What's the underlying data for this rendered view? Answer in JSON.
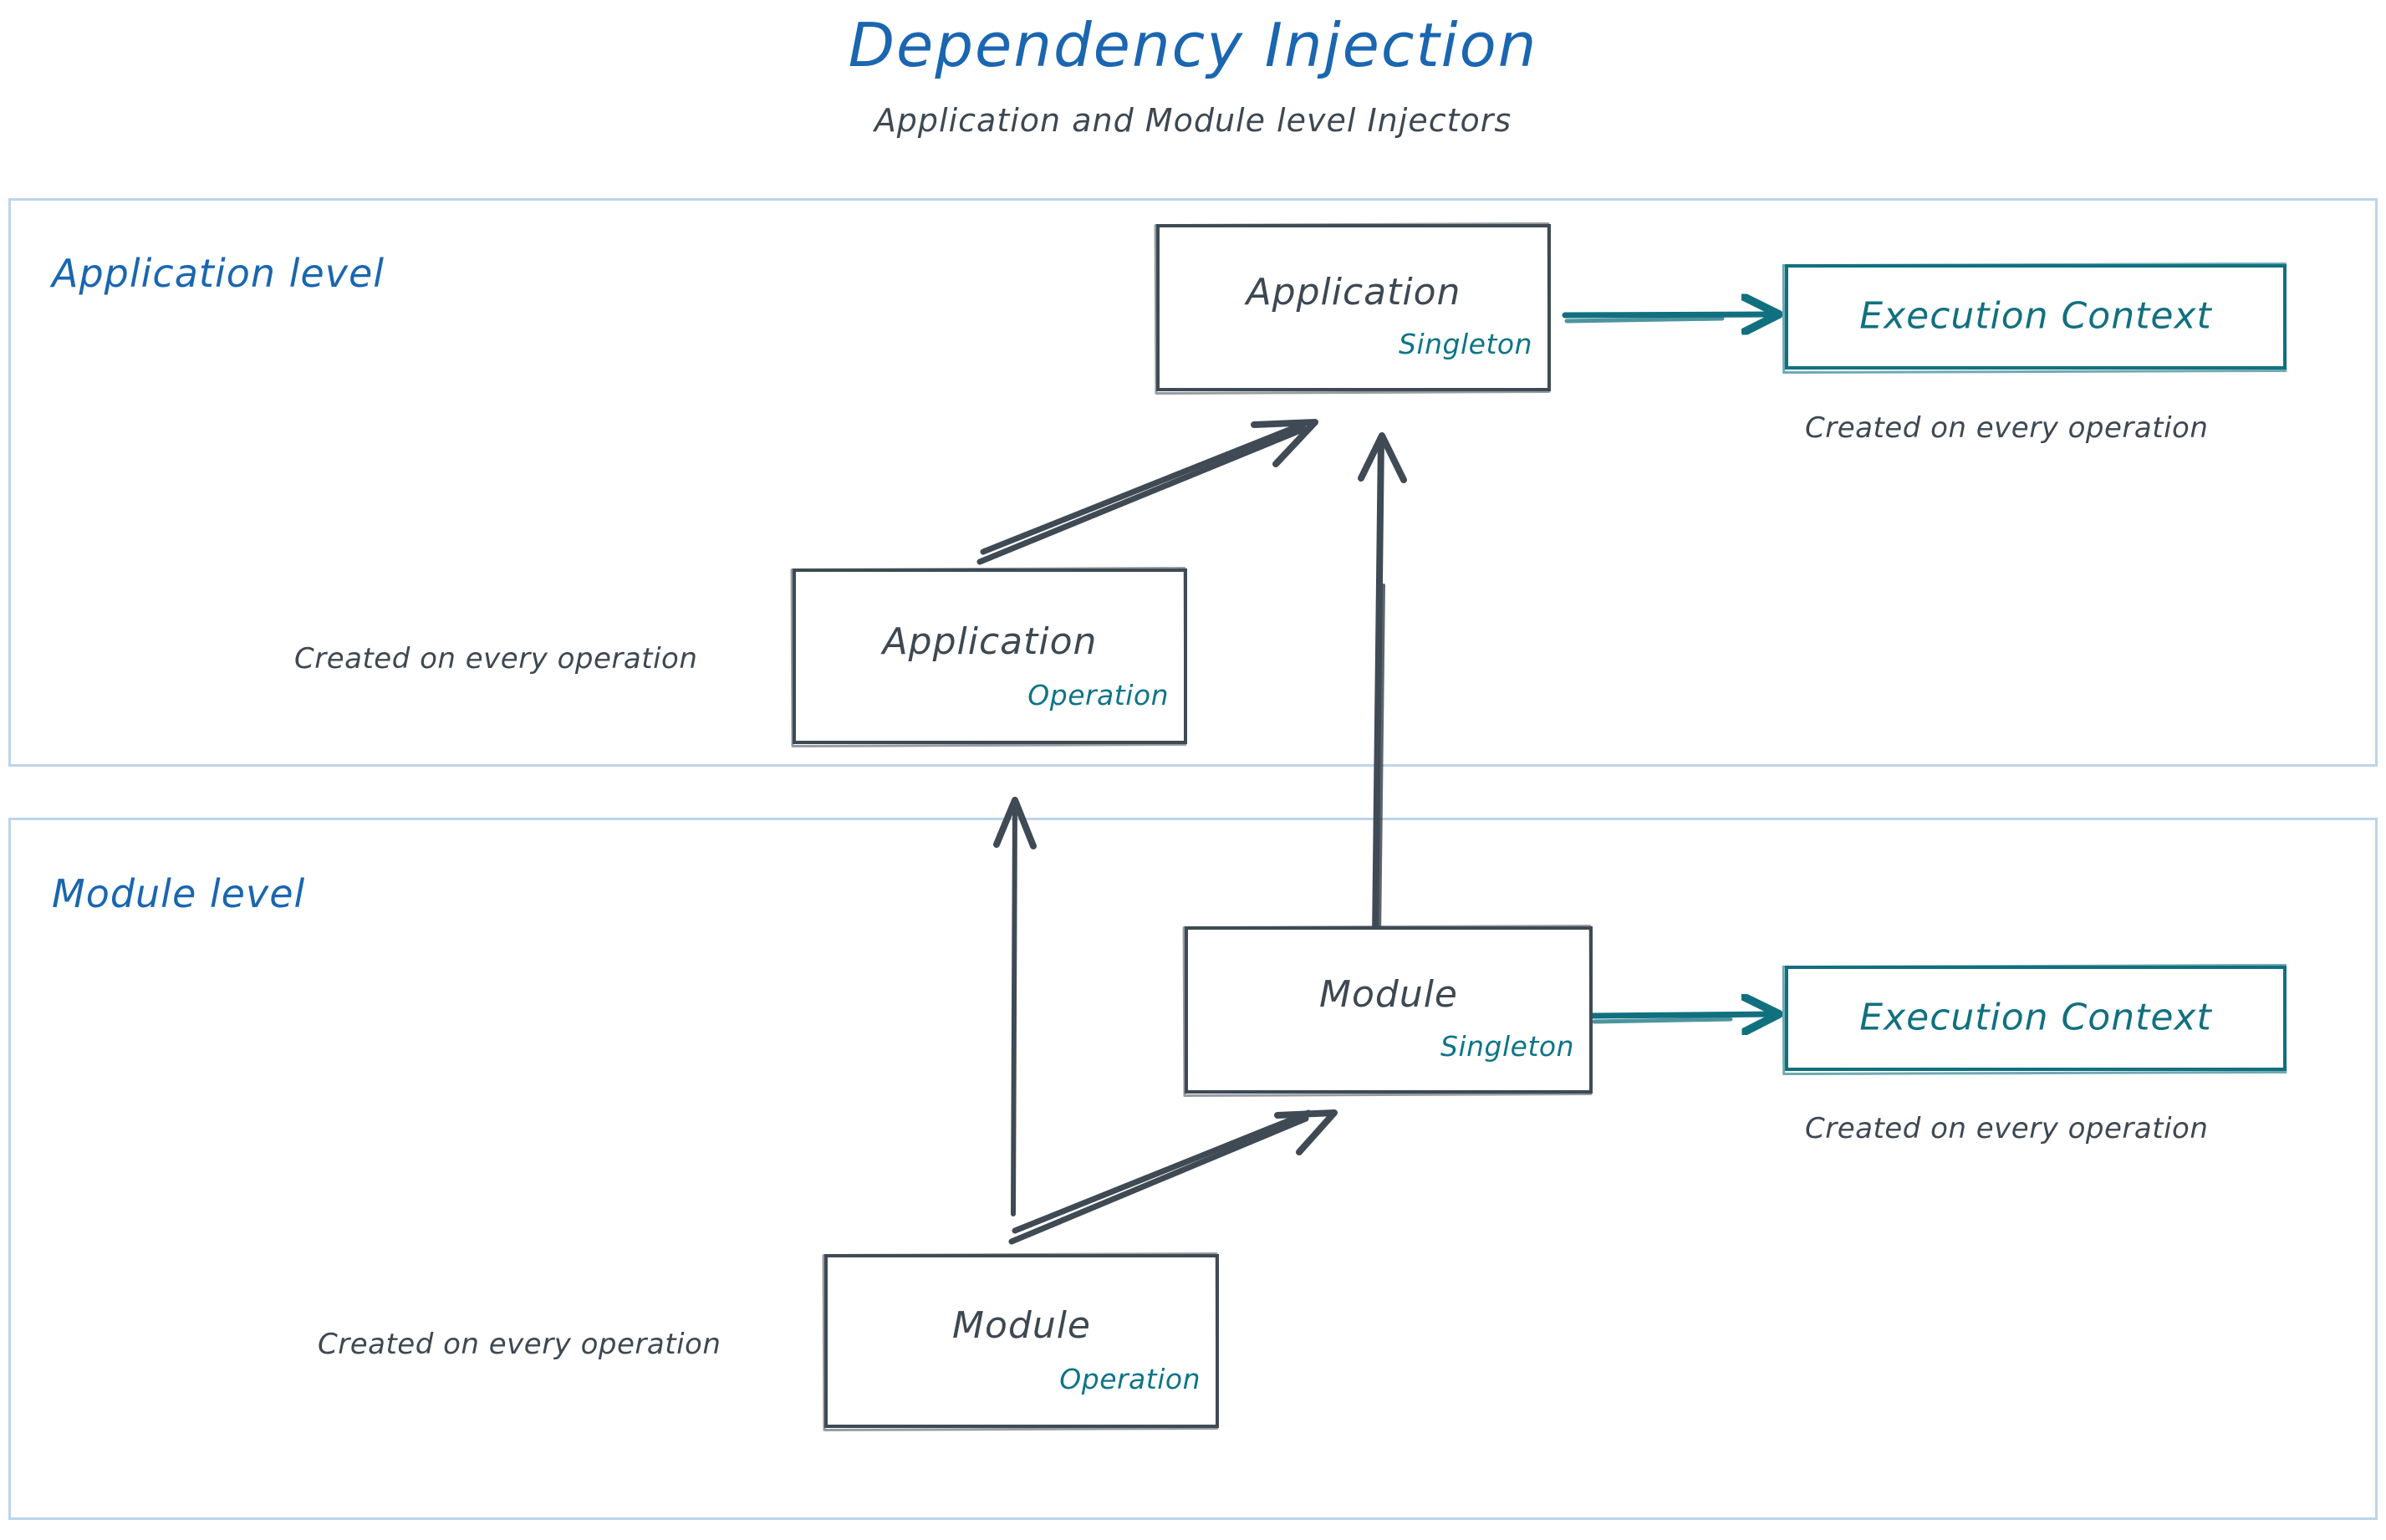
{
  "header": {
    "title": "Dependency Injection",
    "subtitle": "Application and Module level Injectors"
  },
  "colors": {
    "title_blue": "#1a66b0",
    "panel_border": "#bdd4ea",
    "node_stroke": "#3f4a54",
    "node_text": "#3d4852",
    "scope_teal": "#0e7487",
    "context_teal": "#11707f",
    "background": "#ffffff"
  },
  "panels": [
    {
      "id": "application-level",
      "label": "Application level"
    },
    {
      "id": "module-level",
      "label": "Module level"
    }
  ],
  "nodes": {
    "application_singleton": {
      "title": "Application",
      "scope": "Singleton"
    },
    "application_operation": {
      "title": "Application",
      "scope": "Operation"
    },
    "module_singleton": {
      "title": "Module",
      "scope": "Singleton"
    },
    "module_operation": {
      "title": "Module",
      "scope": "Operation"
    }
  },
  "contexts": {
    "application_context": {
      "label": "Execution Context",
      "caption": "Created on every operation"
    },
    "module_context": {
      "label": "Execution Context",
      "caption": "Created on every operation"
    }
  },
  "captions": {
    "application_operation": "Created on every operation",
    "module_operation": "Created on every operation"
  },
  "arrows": [
    {
      "id": "application-to-execution-context",
      "from": "application_singleton",
      "to": "application_context",
      "color": "#11707f",
      "direction": "right"
    },
    {
      "id": "application-operation-to-application-singleton",
      "from": "application_operation",
      "to": "application_singleton",
      "color": "#3f4a54",
      "direction": "up-right"
    },
    {
      "id": "module-singleton-to-application-singleton",
      "from": "module_singleton",
      "to": "application_singleton",
      "color": "#3f4a54",
      "direction": "up"
    },
    {
      "id": "module-operation-to-application-operation",
      "from": "module_operation",
      "to": "application_operation",
      "color": "#3f4a54",
      "direction": "up"
    },
    {
      "id": "module-operation-to-module-singleton",
      "from": "module_operation",
      "to": "module_singleton",
      "color": "#3f4a54",
      "direction": "up-right"
    },
    {
      "id": "module-to-execution-context",
      "from": "module_singleton",
      "to": "module_context",
      "color": "#11707f",
      "direction": "right"
    }
  ]
}
